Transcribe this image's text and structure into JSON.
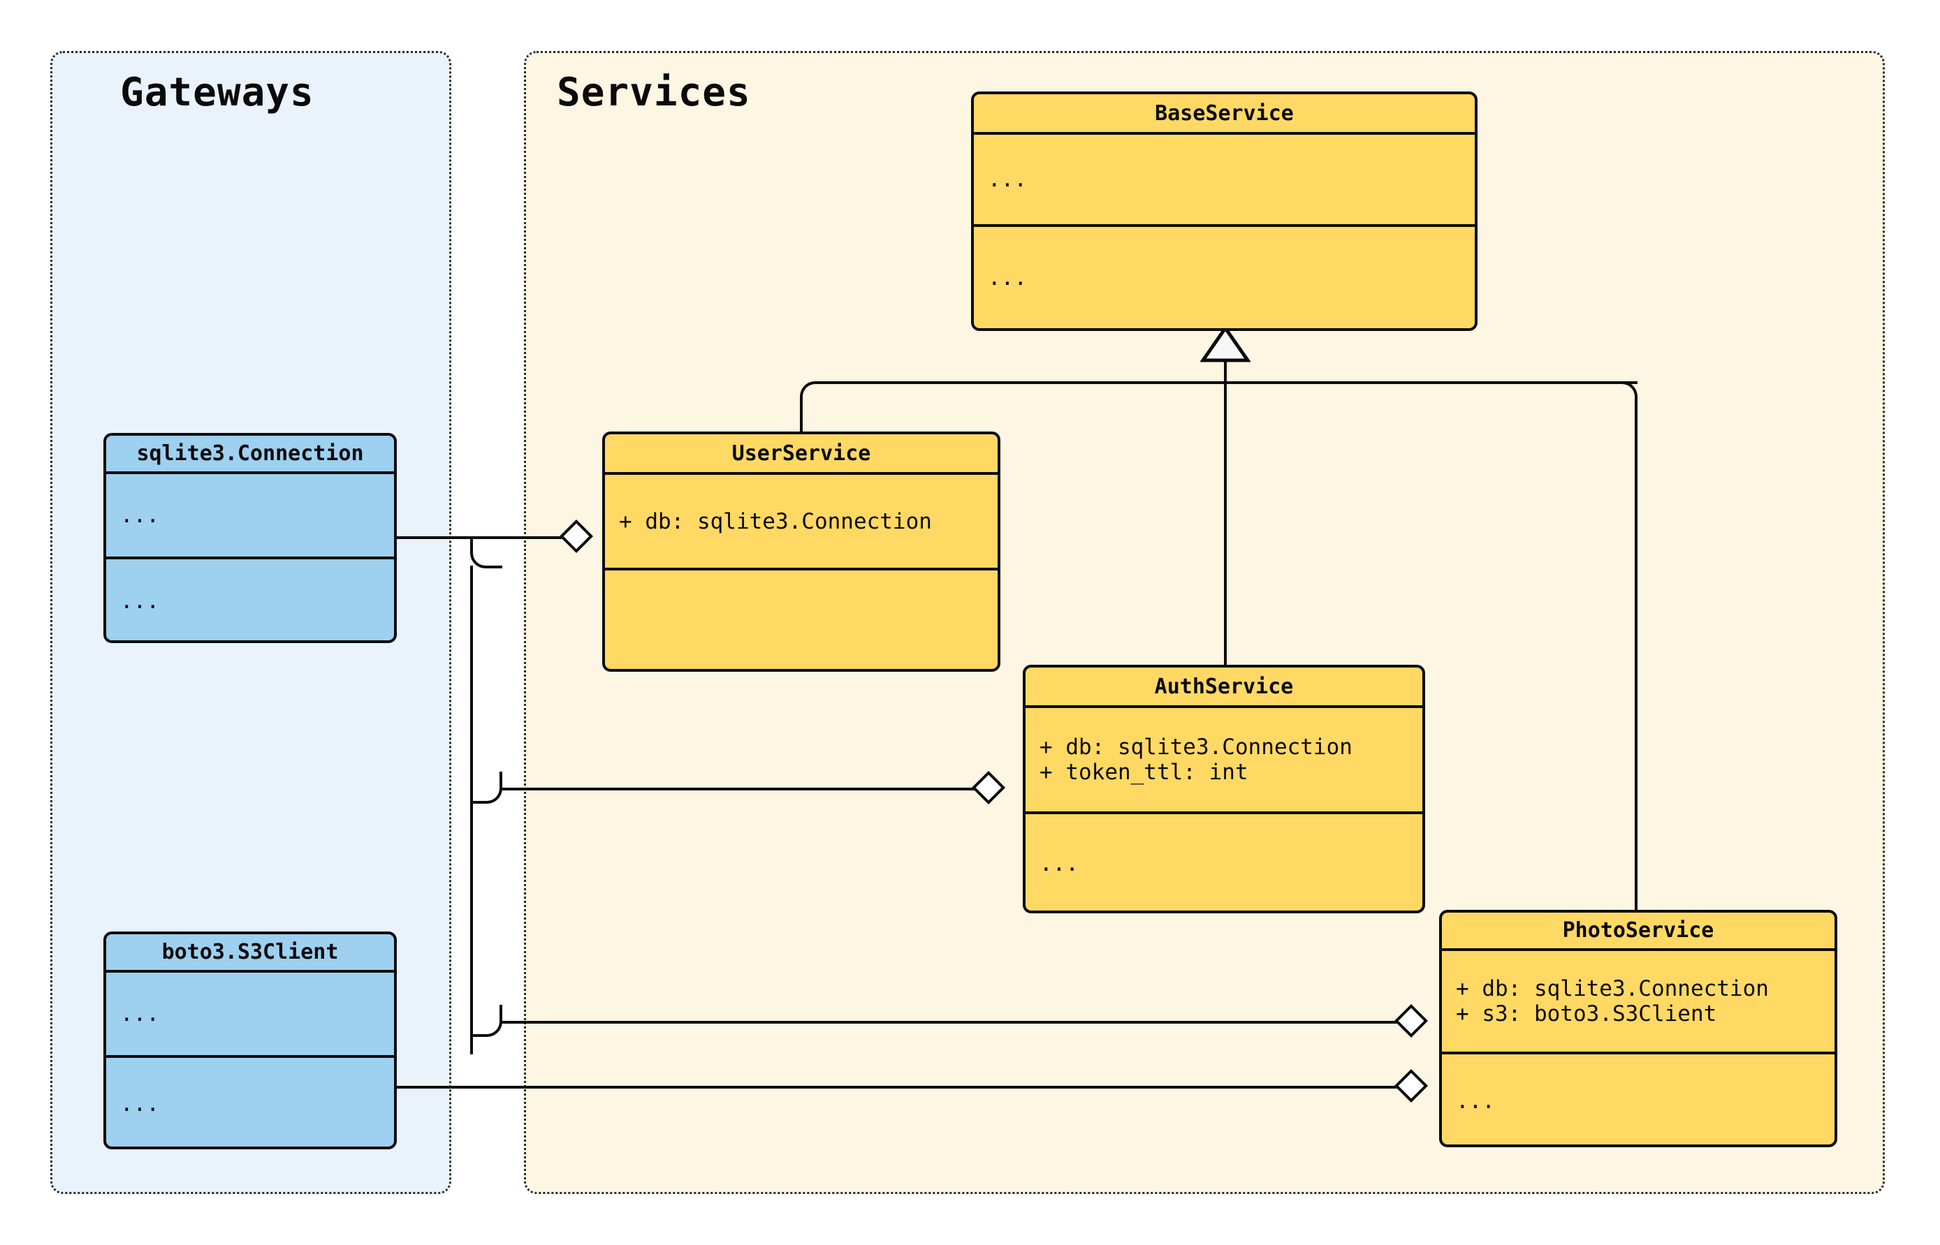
{
  "diagram": {
    "type": "uml-class-diagram",
    "packages": [
      {
        "id": "gateways",
        "title": "Gateways",
        "fill": "#eaf3fc",
        "border": "#2b2b2b"
      },
      {
        "id": "services",
        "title": "Services",
        "fill": "#fdf6e3",
        "border": "#2b2b2b"
      }
    ],
    "classes": [
      {
        "id": "sqlite3-connection",
        "name": "sqlite3.Connection",
        "package": "gateways",
        "fill": "#9ed0f0",
        "attributes": [
          "..."
        ],
        "methods": [
          "..."
        ]
      },
      {
        "id": "boto3-s3client",
        "name": "boto3.S3Client",
        "package": "gateways",
        "fill": "#9ed0f0",
        "attributes": [
          "..."
        ],
        "methods": [
          "..."
        ]
      },
      {
        "id": "base-service",
        "name": "BaseService",
        "package": "services",
        "fill": "#ffd964",
        "attributes": [
          "..."
        ],
        "methods": [
          "..."
        ]
      },
      {
        "id": "user-service",
        "name": "UserService",
        "package": "services",
        "fill": "#ffd964",
        "attributes": [
          "+ db: sqlite3.Connection"
        ],
        "methods": [
          ""
        ]
      },
      {
        "id": "auth-service",
        "name": "AuthService",
        "package": "services",
        "fill": "#ffd964",
        "attributes": [
          "+ db: sqlite3.Connection",
          "+ token_ttl: int"
        ],
        "methods": [
          "..."
        ]
      },
      {
        "id": "photo-service",
        "name": "PhotoService",
        "package": "services",
        "fill": "#ffd964",
        "attributes": [
          "+ db: sqlite3.Connection",
          "+ s3: boto3.S3Client"
        ],
        "methods": [
          "..."
        ]
      }
    ],
    "relations": [
      {
        "kind": "inheritance",
        "from": "user-service",
        "to": "base-service"
      },
      {
        "kind": "inheritance",
        "from": "auth-service",
        "to": "base-service"
      },
      {
        "kind": "inheritance",
        "from": "photo-service",
        "to": "base-service"
      },
      {
        "kind": "aggregation",
        "from": "sqlite3-connection",
        "to": "user-service"
      },
      {
        "kind": "aggregation",
        "from": "sqlite3-connection",
        "to": "auth-service"
      },
      {
        "kind": "aggregation",
        "from": "sqlite3-connection",
        "to": "photo-service"
      },
      {
        "kind": "aggregation",
        "from": "boto3-s3client",
        "to": "photo-service"
      }
    ]
  }
}
